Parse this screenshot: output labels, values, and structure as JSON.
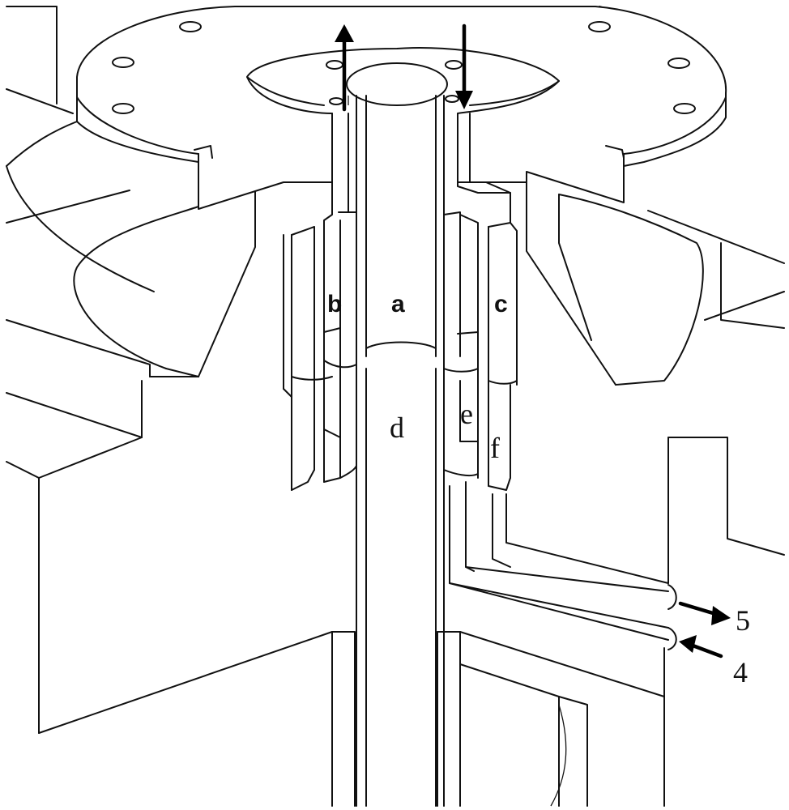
{
  "labels": {
    "a": "a",
    "b": "b",
    "c": "c",
    "d": "d",
    "e": "e",
    "f": "f",
    "port_5": "5",
    "port_4": "4"
  }
}
